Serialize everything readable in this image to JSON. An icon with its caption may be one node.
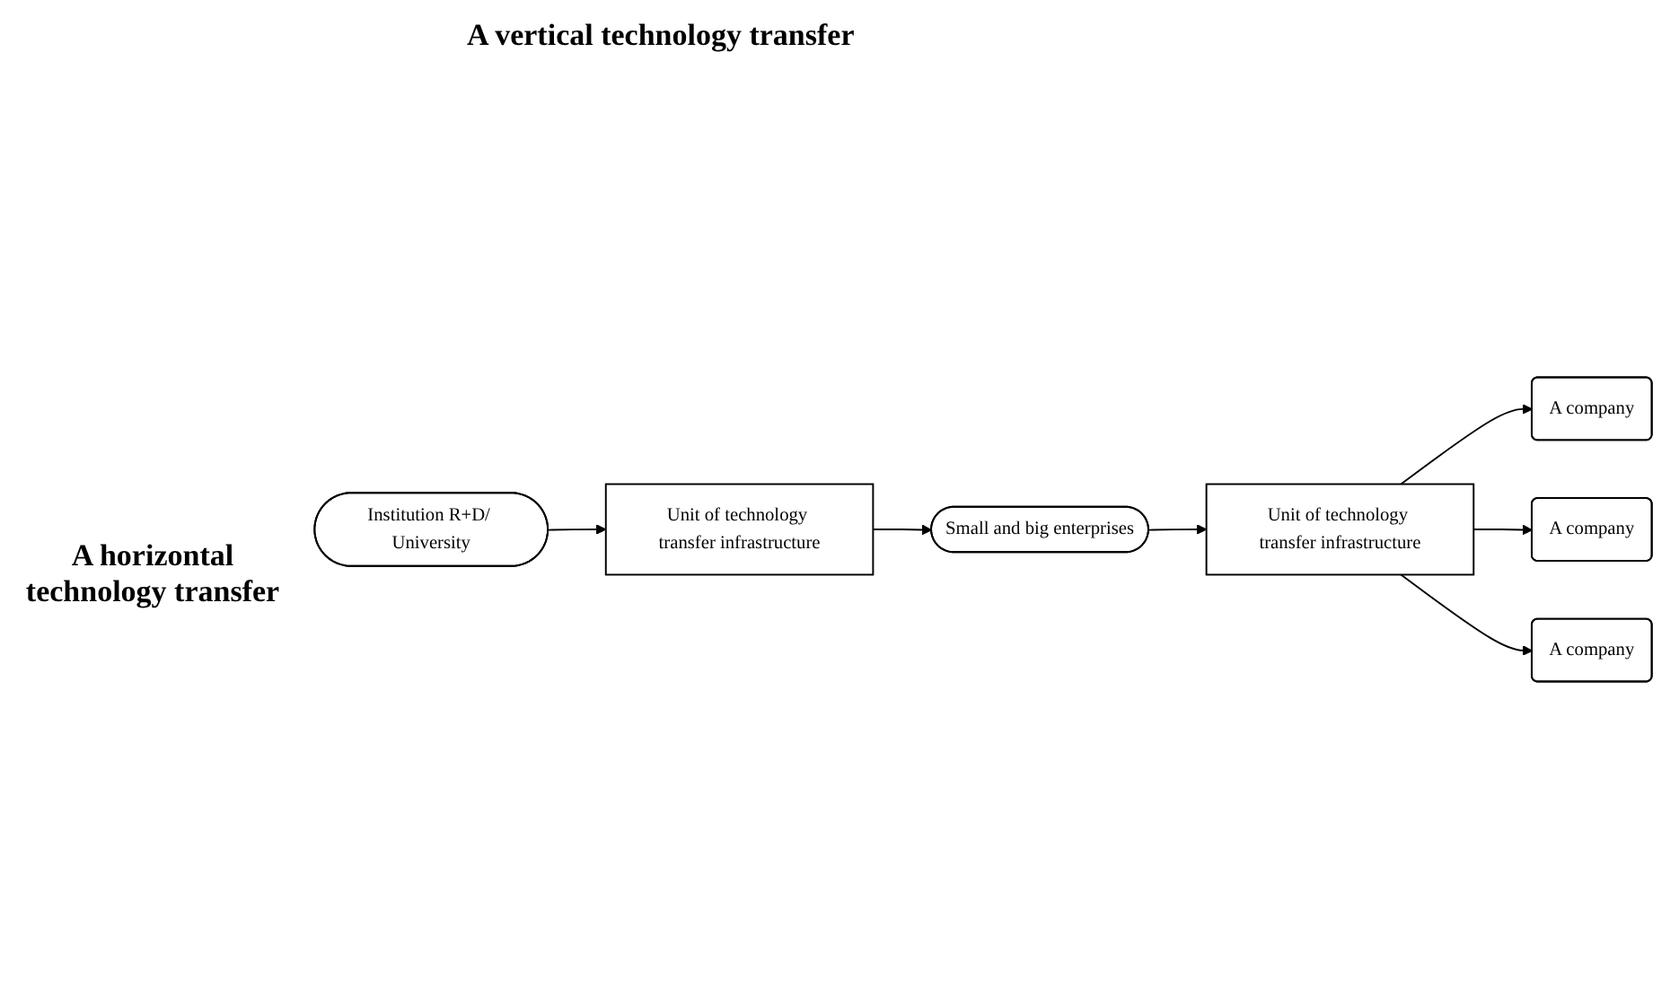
{
  "diagram": {
    "nodes": [
      {
        "text": [
          "Institution R+D/ University"
        ]
      },
      {
        "text": [
          "Unit of technology transfer infrastructure"
        ]
      },
      {
        "text": [
          "Small and big enterprises"
        ]
      },
      {
        "text": [
          "Unit of technology transfer infrastructure"
        ]
      },
      {
        "text": [
          "A company"
        ]
      },
      {
        "text": [
          "A company"
        ]
      },
      {
        "text": [
          "A company"
        ]
      }
    ],
    "edges": [
      {
        "from": 0,
        "to": 1,
        "arrow": "to"
      },
      {
        "from": 1,
        "to": 2,
        "arrow": "to"
      },
      {
        "from": 2,
        "to": 3,
        "arrow": "to"
      },
      {
        "from": 3,
        "to": 4,
        "arrow": "to"
      },
      {
        "from": 3,
        "to": 5,
        "arrow": "to"
      },
      {
        "from": 3,
        "to": 6,
        "arrow": "to"
      }
    ],
    "labels": [
      "A vertical technology transfer",
      "A horizontal technology transfer"
    ]
  }
}
